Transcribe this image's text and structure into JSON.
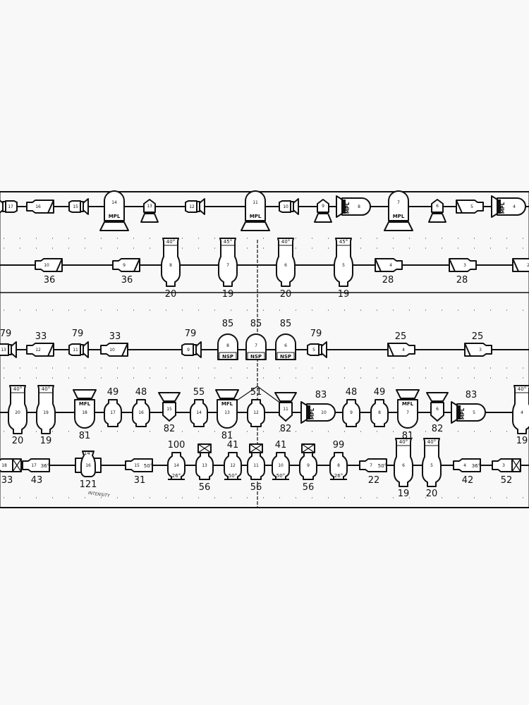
{
  "ink_color": "#111111",
  "paper_color": "#f8f8f8",
  "annotation": "INTENSITY",
  "rows": [
    {
      "instruments": [
        {
          "type": "fresnel-left",
          "unit": "17"
        },
        {
          "type": "ellipsoidal-right",
          "unit": "16"
        },
        {
          "type": "fresnel-right",
          "unit": "15"
        },
        {
          "type": "par-base",
          "unit": "14",
          "tag": "MPL"
        },
        {
          "type": "scoop",
          "unit": "13"
        },
        {
          "type": "fresnel-right",
          "unit": "12"
        },
        {
          "type": "par-base",
          "unit": "11",
          "tag": "MPL"
        },
        {
          "type": "fresnel-right",
          "unit": "10"
        },
        {
          "type": "scoop",
          "unit": "9"
        },
        {
          "type": "par-side",
          "unit": "8",
          "tag": "MPL"
        },
        {
          "type": "par-base",
          "unit": "7",
          "tag": "MPL"
        },
        {
          "type": "scoop",
          "unit": "6"
        },
        {
          "type": "ellipsoidal-left",
          "unit": "5"
        },
        {
          "type": "par-side",
          "unit": "4",
          "tag": "MPL"
        }
      ]
    },
    {
      "instruments": [
        {
          "type": "ellipsoidal-right",
          "unit": "10",
          "value": "36"
        },
        {
          "type": "ellipsoidal-right",
          "unit": "9",
          "value": "36"
        },
        {
          "type": "cyc",
          "unit": "8",
          "angle": "40°",
          "value": "20"
        },
        {
          "type": "cyc",
          "unit": "7",
          "angle": "45°",
          "value": "19"
        },
        {
          "type": "cyc",
          "unit": "6",
          "angle": "40°",
          "value": "20"
        },
        {
          "type": "cyc",
          "unit": "5",
          "angle": "45°",
          "value": "19"
        },
        {
          "type": "ellipsoidal-left",
          "unit": "4",
          "value": "28"
        },
        {
          "type": "ellipsoidal-left",
          "unit": "3",
          "value": "28"
        },
        {
          "type": "ellipsoidal-left",
          "unit": "2"
        }
      ]
    },
    {
      "instruments": [
        {
          "type": "fresnel-right",
          "unit": "13",
          "value": "79"
        },
        {
          "type": "ellipsoidal-right",
          "unit": "12",
          "value": "33"
        },
        {
          "type": "fresnel-right",
          "unit": "11",
          "value": "79"
        },
        {
          "type": "ellipsoidal-right",
          "unit": "10",
          "value": "33"
        },
        {
          "type": "fresnel-right",
          "unit": "9",
          "value": "79"
        },
        {
          "type": "par",
          "unit": "8",
          "tag": "NSP",
          "value": "85"
        },
        {
          "type": "par",
          "unit": "7",
          "tag": "NSP",
          "value": "85"
        },
        {
          "type": "par",
          "unit": "6",
          "tag": "NSP",
          "value": "85"
        },
        {
          "type": "fresnel-right",
          "unit": "5",
          "value": "79"
        },
        {
          "type": "ellipsoidal-left",
          "unit": "4",
          "value": "25"
        },
        {
          "type": "ellipsoidal-left",
          "unit": "3",
          "value": "25"
        }
      ]
    },
    {
      "instruments": [
        {
          "type": "cyc",
          "unit": "20",
          "angle": "40°",
          "value": "20"
        },
        {
          "type": "cyc",
          "unit": "19",
          "angle": "40°",
          "value": "19"
        },
        {
          "type": "par-top",
          "unit": "18",
          "tag": "MFL",
          "value": "81"
        },
        {
          "type": "bottle",
          "unit": "17",
          "value": "49"
        },
        {
          "type": "bottle",
          "unit": "16",
          "value": "48"
        },
        {
          "type": "scoop-top",
          "unit": "15",
          "value": "82"
        },
        {
          "type": "bottle",
          "unit": "14",
          "value": "55"
        },
        {
          "type": "par-top",
          "unit": "13",
          "tag": "MFL",
          "value": "81"
        },
        {
          "type": "bottle",
          "unit": "12",
          "value": "51"
        },
        {
          "type": "scoop-top",
          "unit": "11",
          "value": "82"
        },
        {
          "type": "par-side",
          "unit": "10",
          "tag": "MPL",
          "value": "83"
        },
        {
          "type": "bottle",
          "unit": "9",
          "value": "48"
        },
        {
          "type": "bottle",
          "unit": "8",
          "value": "49"
        },
        {
          "type": "par-top",
          "unit": "7",
          "tag": "MFL",
          "value": "81"
        },
        {
          "type": "scoop-top",
          "unit": "6",
          "value": "82"
        },
        {
          "type": "par-side",
          "unit": "5",
          "tag": "MPL",
          "value": "83"
        },
        {
          "type": "cyc",
          "unit": "4",
          "angle": "40°",
          "value": "19"
        }
      ]
    },
    {
      "instruments": [
        {
          "type": "ellipsoidal-x",
          "unit": "18",
          "value": "33"
        },
        {
          "type": "ellipsoidal-angle",
          "unit": "17",
          "angle": "36°",
          "value": "43"
        },
        {
          "type": "follow",
          "unit": "16",
          "angle": "14°",
          "value": "121"
        },
        {
          "type": "ellipsoidal-angle",
          "unit": "15",
          "angle": "50°",
          "value": "31"
        },
        {
          "type": "bottle-angle",
          "unit": "14",
          "angle": "26°",
          "value": "100"
        },
        {
          "type": "bottle-x",
          "unit": "13",
          "value": "56"
        },
        {
          "type": "bottle-angle",
          "unit": "12",
          "angle": "50°",
          "value": "41"
        },
        {
          "type": "bottle-x",
          "unit": "11",
          "value": "56"
        },
        {
          "type": "bottle-angle",
          "unit": "10",
          "angle": "50°",
          "value": "41"
        },
        {
          "type": "bottle-x",
          "unit": "9",
          "value": "56"
        },
        {
          "type": "bottle-angle",
          "unit": "8",
          "angle": "26°",
          "value": "99"
        },
        {
          "type": "ellipsoidal-angle",
          "unit": "7",
          "angle": "50°",
          "value": "22"
        },
        {
          "type": "cyc",
          "unit": "6",
          "angle": "40°",
          "value": "19"
        },
        {
          "type": "cyc",
          "unit": "5",
          "angle": "40°",
          "value": "20"
        },
        {
          "type": "ellipsoidal-angle",
          "unit": "4",
          "angle": "36°",
          "value": "42"
        },
        {
          "type": "ellipsoidal-x",
          "unit": "3",
          "value": "52"
        }
      ]
    }
  ]
}
